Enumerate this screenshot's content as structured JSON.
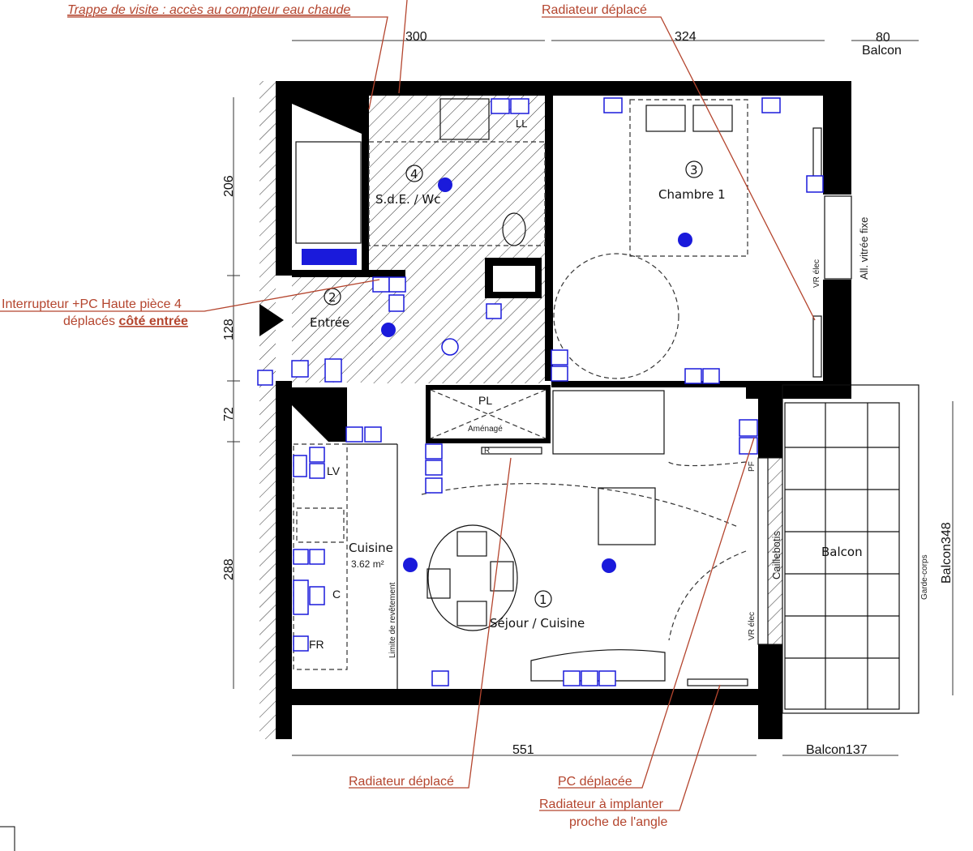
{
  "plan": {
    "dimensions": {
      "top_left": "300",
      "top_right": "324",
      "top_balcony_value": "80",
      "top_balcony_label": "Balcon",
      "left_1": "206",
      "left_2": "128",
      "left_3": "72",
      "left_4": "288",
      "bottom": "551",
      "bottom_balcony": "Balcon137",
      "right_balcony": "Balcon348"
    },
    "rooms": [
      {
        "number": "1",
        "name": "Séjour / Cuisine"
      },
      {
        "number": "2",
        "name": "Entrée"
      },
      {
        "number": "3",
        "name": "Chambre 1"
      },
      {
        "number": "4",
        "name": "S.d.E. / Wc"
      }
    ],
    "labels": {
      "kitchen": "Cuisine",
      "kitchen_area": "3.62 m²",
      "closet": "PL",
      "closet_sub": "Aménagé",
      "balcony": "Balcon",
      "caillebotis": "Caillebotis",
      "guardrail": "Garde-corps",
      "fixed_glass": "All. vitrée fixe",
      "coating_limit": "Limite de revêtement",
      "lv": "LV",
      "ll": "LL",
      "c": "C",
      "fr": "FR",
      "vr_elec": "VR élec",
      "radiator_mark": "R",
      "pf": "PF"
    },
    "annotations": {
      "trappe": "Trappe de visite : accès au compteur eau chaude",
      "radiateur_top": "Radiateur déplacé",
      "interrupteur_line1": "Interrupteur +PC Haute pièce 4",
      "interrupteur_line2_prefix": "déplacés ",
      "interrupteur_line2_emph": "côté entrée",
      "radiateur_bottom": "Radiateur déplacé",
      "pc_deplacee": "PC déplacée",
      "radiateur_implanter_line1": "Radiateur à implanter",
      "radiateur_implanter_line2": "proche de l'angle"
    },
    "colors": {
      "annotation": "#b4452e",
      "electrical": "#1a1adb",
      "walls": "#000000"
    }
  }
}
